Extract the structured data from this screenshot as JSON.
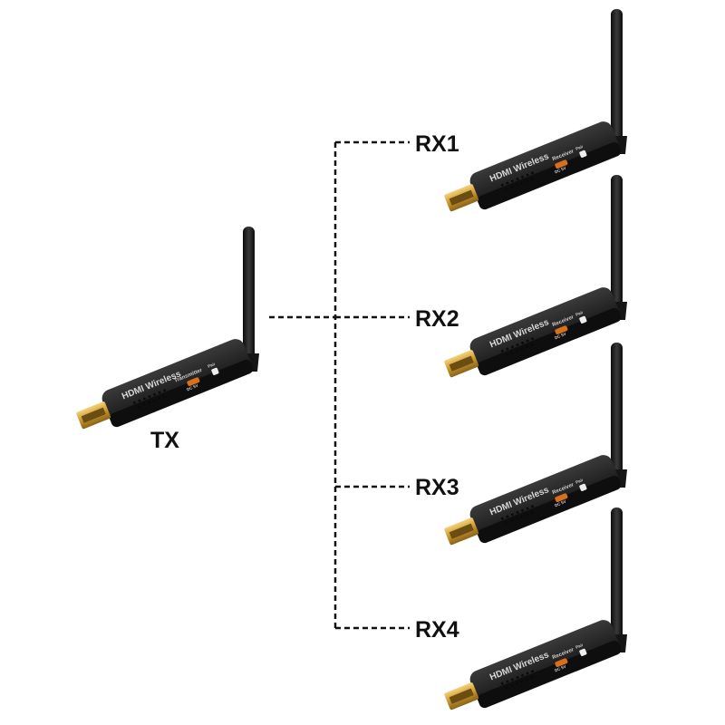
{
  "transmitter": {
    "label": "TX",
    "title": "HDMI Wireless",
    "subtitle": "Transmitter",
    "port_label": "DC 5V",
    "button_label": "Pair"
  },
  "receivers": [
    {
      "label": "RX1",
      "title": "HDMI Wireless",
      "subtitle": "Receiver",
      "port_label": "DC 5V",
      "button_label": "Pair"
    },
    {
      "label": "RX2",
      "title": "HDMI Wireless",
      "subtitle": "Receiver",
      "port_label": "DC 5V",
      "button_label": "Pair"
    },
    {
      "label": "RX3",
      "title": "HDMI Wireless",
      "subtitle": "Receiver",
      "port_label": "DC 5V",
      "button_label": "Pair"
    },
    {
      "label": "RX4",
      "title": "HDMI Wireless",
      "subtitle": "Receiver",
      "port_label": "DC 5V",
      "button_label": "Pair"
    }
  ],
  "colors": {
    "device_body": "#1c1c1c",
    "connector_gold": "#d4a73a",
    "line": "#111111",
    "accent_orange": "#e8871e"
  }
}
